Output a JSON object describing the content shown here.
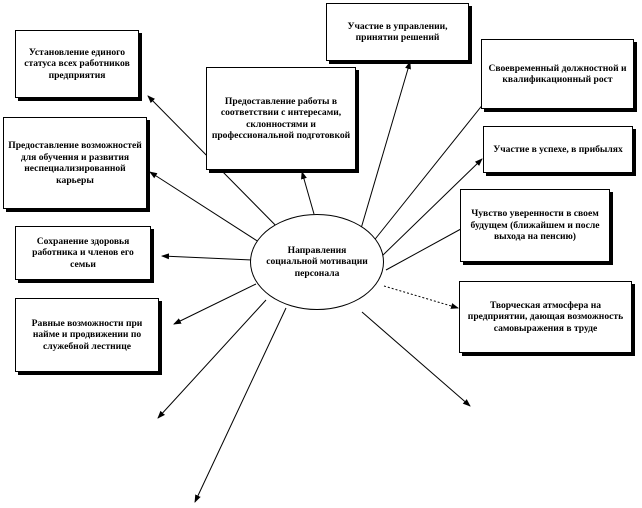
{
  "center": {
    "label": "Направления социальной мотивации персонала"
  },
  "nodes": [
    {
      "id": "status",
      "label": "Установление единого статуса всех работников предприятия"
    },
    {
      "id": "work",
      "label": "Предоставление работы в соответствии с интересами, склонностями и профессиональной подготовкой"
    },
    {
      "id": "management",
      "label": "Участие в управлении, принятии решений"
    },
    {
      "id": "promotion",
      "label": "Своевременный должностной и квалификационный рост"
    },
    {
      "id": "education",
      "label": "Предоставление возможностей для обучения и развития неспециализированной карьеры"
    },
    {
      "id": "success",
      "label": "Участие в успехе, в прибылях"
    },
    {
      "id": "future",
      "label": "Чувство уверенности в своем будущем (ближайшем и после выхода на пенсию)"
    },
    {
      "id": "health",
      "label": "Сохранение здоровья работника и членов его семьи"
    },
    {
      "id": "equal",
      "label": "Равные возможности при найме и продвижении по служебной лестнице"
    },
    {
      "id": "creative",
      "label": "Творческая атмосфера на предприятии, дающая возможность самовыражения в труде"
    }
  ]
}
